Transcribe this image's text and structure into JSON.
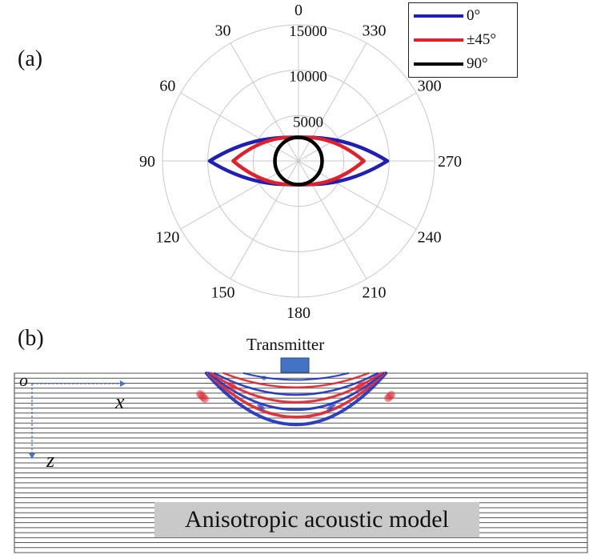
{
  "labels": {
    "panel_a": "(a)",
    "panel_b": "(b)"
  },
  "chart_data": {
    "type": "polar-line",
    "angular_ticks": [
      "0",
      "30",
      "60",
      "90",
      "120",
      "150",
      "180",
      "210",
      "240",
      "270",
      "300",
      "330"
    ],
    "radial_ticks": [
      "5000",
      "10000",
      "15000"
    ],
    "rmax": 15000,
    "legend_position": "top-right",
    "series": [
      {
        "name": "0°",
        "color": "#1f1fb4",
        "shape": "lens",
        "horizontal_radius": 9800,
        "vertical_radius": 2600
      },
      {
        "name": "±45°",
        "color": "#e0202a",
        "shape": "lens",
        "horizontal_radius": 7200,
        "vertical_radius": 2600
      },
      {
        "name": "90°",
        "color": "#000000",
        "shape": "circle",
        "radius": 2600
      }
    ]
  },
  "model": {
    "transmitter_label": "Transmitter",
    "origin_label": "o",
    "x_label": "x",
    "z_label": "z",
    "caption": "Anisotropic acoustic model",
    "layer_count": 36,
    "colors": {
      "layer_line": "#555555",
      "wave_red": "#e0202a",
      "wave_blue": "#1a2fbf",
      "transmitter": "#4472c4"
    }
  }
}
